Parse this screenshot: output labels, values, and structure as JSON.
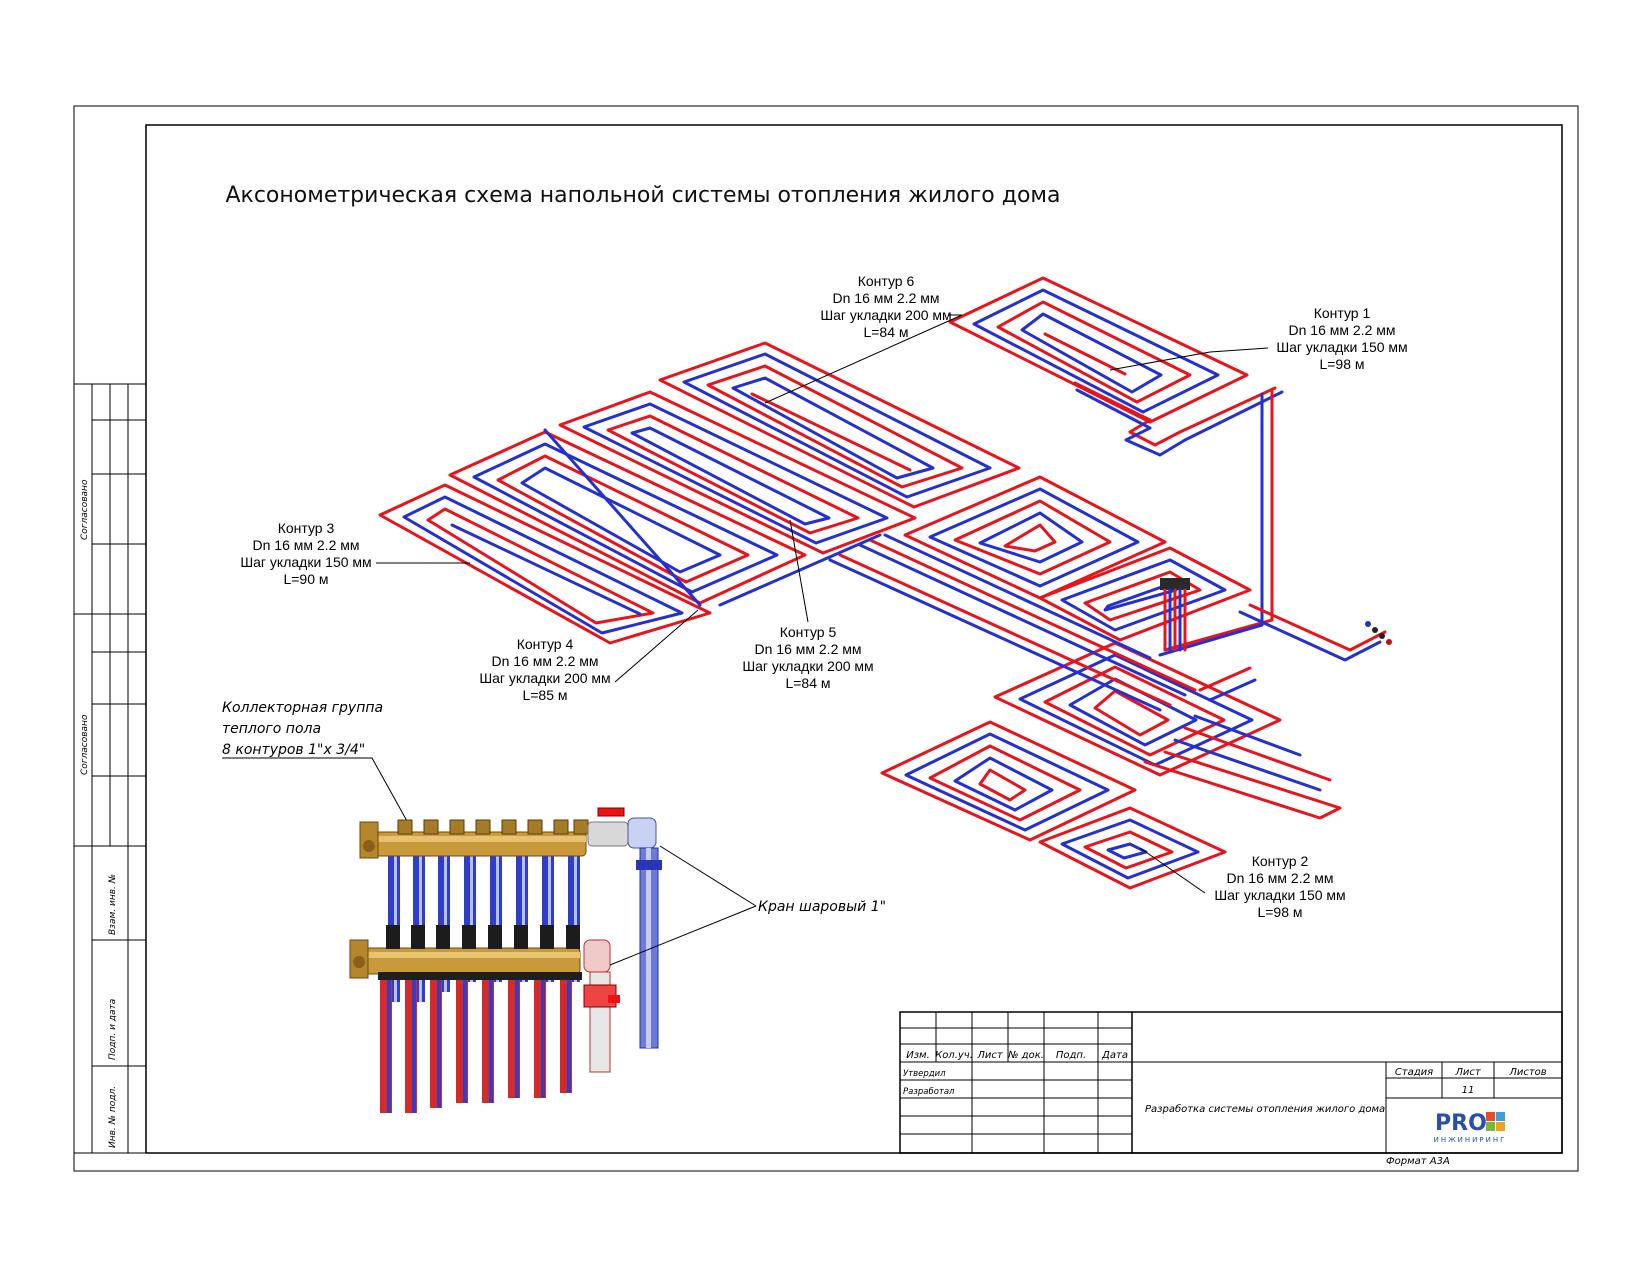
{
  "title": "Аксонометрическая схема напольной системы отопления жилого дома",
  "contours": [
    {
      "name": "Контур 1",
      "dn": "Dn 16 мм 2.2 мм",
      "step": "Шаг укладки 150 мм",
      "length": "L=98 м"
    },
    {
      "name": "Контур 2",
      "dn": "Dn 16 мм 2.2 мм",
      "step": "Шаг укладки 150 мм",
      "length": "L=98 м"
    },
    {
      "name": "Контур 3",
      "dn": "Dn 16 мм 2.2 мм",
      "step": "Шаг укладки 150 мм",
      "length": "L=90 м"
    },
    {
      "name": "Контур 4",
      "dn": "Dn 16 мм 2.2 мм",
      "step": "Шаг укладки 200 мм",
      "length": "L=85 м"
    },
    {
      "name": "Контур 5",
      "dn": "Dn 16 мм 2.2 мм",
      "step": "Шаг укладки 200 мм",
      "length": "L=84 м"
    },
    {
      "name": "Контур 6",
      "dn": "Dn 16 мм 2.2 мм",
      "step": "Шаг укладки 200 мм",
      "length": "L=84 м"
    }
  ],
  "collector": {
    "line1": "Коллекторная группа",
    "line2": "теплого пола",
    "line3": "8 контуров 1\"x 3/4\""
  },
  "valve_label": "Кран шаровый 1\"",
  "side_stamp": {
    "agreed1": "Согласовано",
    "agreed2": "Согласовано",
    "vzam": "Взам. инв. №",
    "podp": "Подп. и дата",
    "inv": "Инв. № подл."
  },
  "title_block": {
    "cols": [
      "Изм.",
      "Кол.уч.",
      "Лист",
      "№ док.",
      "Подп.",
      "Дата"
    ],
    "approved": "Утвердил",
    "developed": "Разработал",
    "project_name": "Разработка системы отопления жилого дома",
    "stage_header": "Стадия",
    "sheet_header": "Лист",
    "sheets_header": "Листов",
    "sheet_value": "11",
    "logo_main": "PRO",
    "logo_sub": "ИНЖИНИРИНГ",
    "format": "Формат А3А"
  },
  "colors": {
    "supply": "#e8141c",
    "return": "#2430d0",
    "brass": "#c89a3a"
  }
}
